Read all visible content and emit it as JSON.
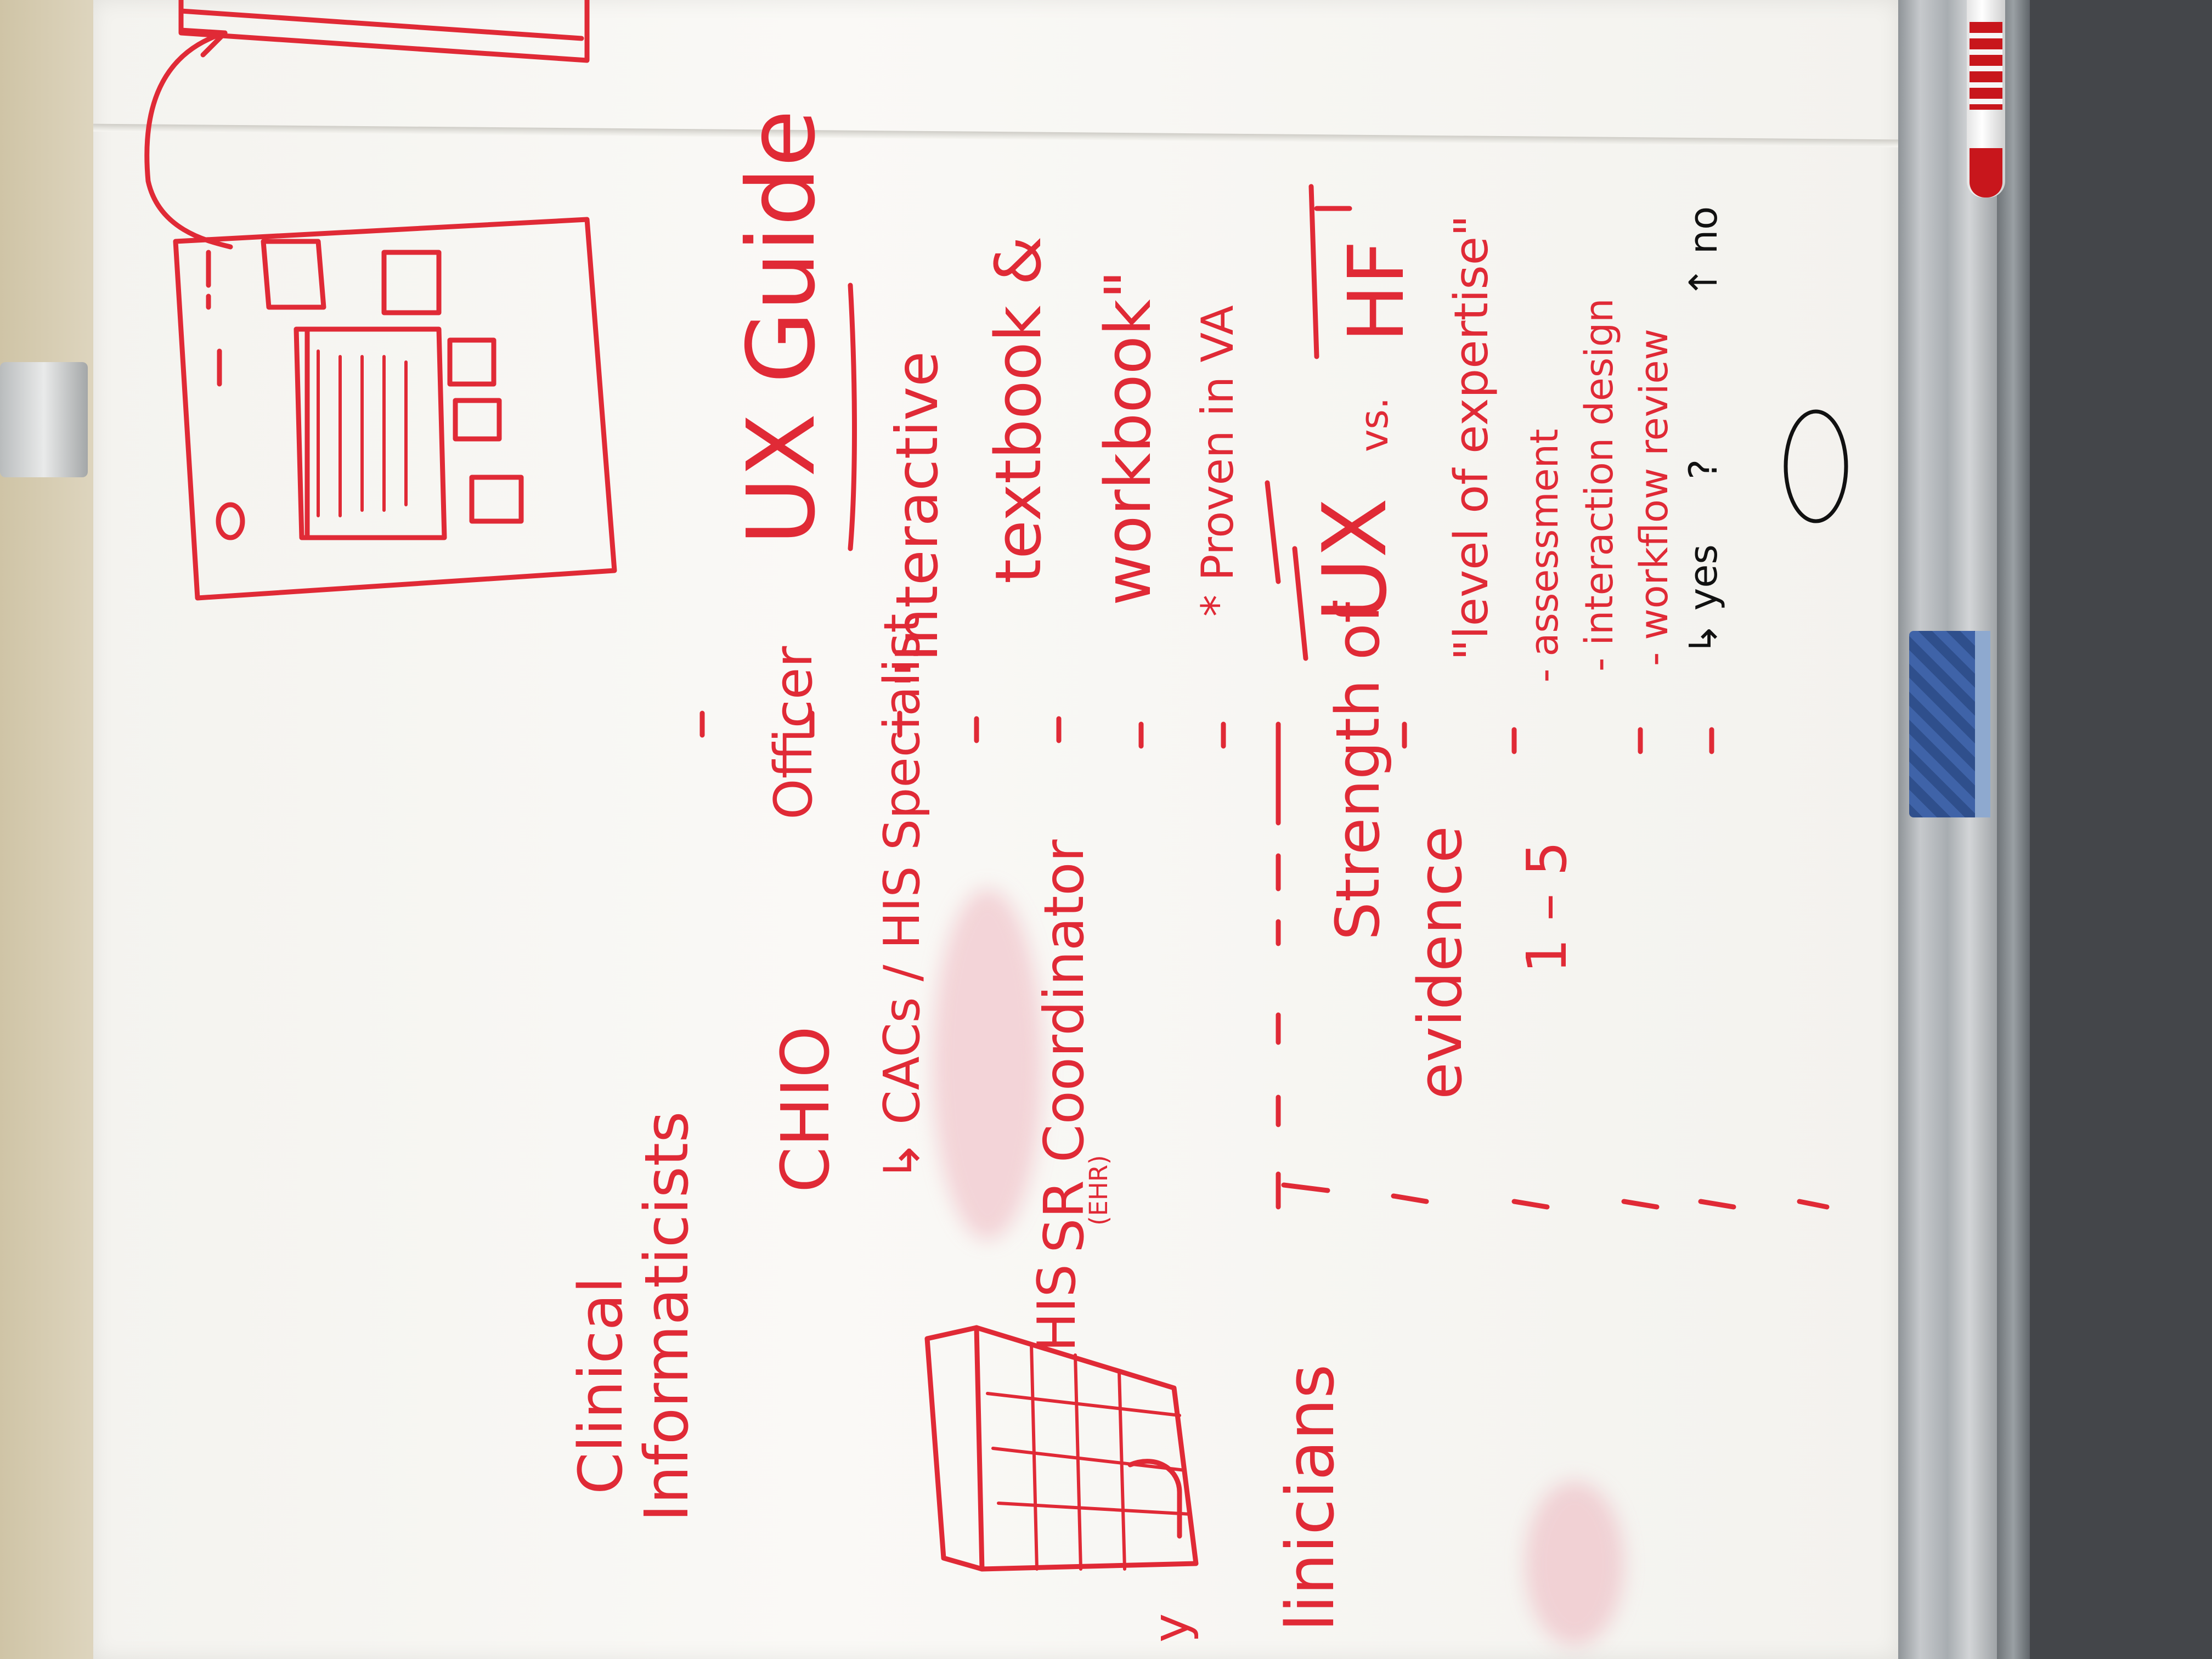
{
  "headings": {
    "clinical": "Clinical",
    "informaticists": "Informaticists",
    "officer": "Officer",
    "clinicians": "linicians",
    "ux_guide": "UX Guide",
    "ux_vs": "UX",
    "vs": "vs.",
    "hf": "HF"
  },
  "roles": {
    "chio": "CHIO",
    "cacs": "↳ CACs / HIS Specialist",
    "sr_coordinator": "SR Coordinator"
  },
  "building_label": "HIS",
  "building_sublabel": "(EHR)",
  "evidence": {
    "strength_of": "Strength of",
    "evidence": "evidence",
    "scale": "1 – 5"
  },
  "ux_notes": {
    "interactive": "\"Interactive",
    "textbook": "textbook &",
    "workbook": "workbook\"",
    "proven": "* Proven in VA"
  },
  "expertise": {
    "level": "\"level of expertise\"",
    "items": [
      "- assessment",
      "- interaction design",
      "- workflow review"
    ]
  },
  "decision": {
    "yes": "↳ yes",
    "question": "?",
    "no": "↑ no"
  },
  "cutoff_y": "y"
}
